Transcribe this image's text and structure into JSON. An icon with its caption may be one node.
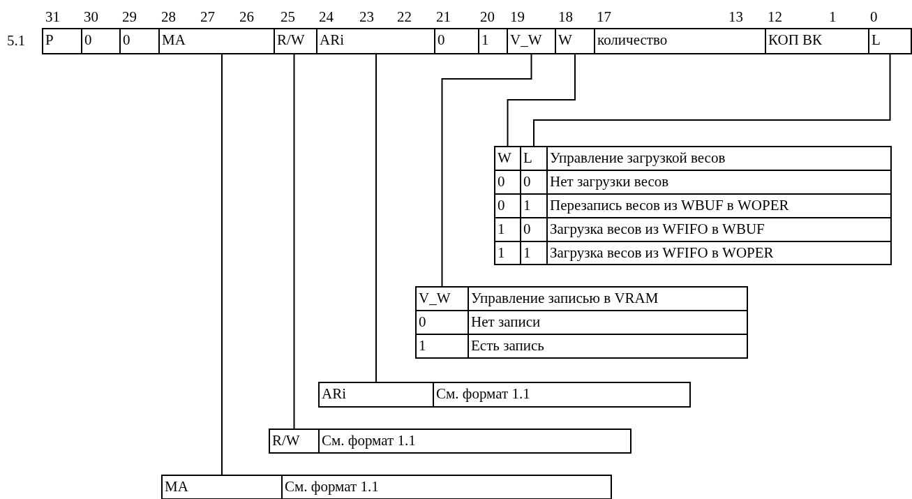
{
  "diagram": {
    "nodes": [
      {
        "text": [
          "P"
        ]
      },
      {
        "text": [
          "0"
        ]
      },
      {
        "text": [
          "0"
        ]
      },
      {
        "text": [
          "MA"
        ]
      },
      {
        "text": [
          "R/W"
        ]
      },
      {
        "text": [
          "ARi"
        ]
      },
      {
        "text": [
          "0"
        ]
      },
      {
        "text": [
          "1"
        ]
      },
      {
        "text": [
          "V_W"
        ]
      },
      {
        "text": [
          "W"
        ]
      },
      {
        "text": [
          "количество"
        ]
      },
      {
        "text": [
          "КОП ВК"
        ]
      },
      {
        "text": [
          "L"
        ]
      },
      {
        "text": [
          "W"
        ]
      },
      {
        "text": [
          "L"
        ]
      },
      {
        "text": [
          "V_W"
        ]
      },
      {
        "text": [
          "ARi"
        ]
      },
      {
        "text": [
          "R/W"
        ]
      },
      {
        "text": [
          "MA"
        ]
      }
    ],
    "edges": [
      {
        "from": 9,
        "to": 13,
        "arrow": "none"
      },
      {
        "from": 12,
        "to": 14,
        "arrow": "none"
      },
      {
        "from": 8,
        "to": 15,
        "arrow": "none"
      },
      {
        "from": 5,
        "to": 16,
        "arrow": "none"
      },
      {
        "from": 4,
        "to": 17,
        "arrow": "none"
      },
      {
        "from": 3,
        "to": 18,
        "arrow": "none"
      }
    ],
    "labels": [
      "31",
      "30",
      "29",
      "28",
      "27",
      "26",
      "25",
      "24",
      "23",
      "22",
      "21",
      "20",
      "19",
      "18",
      "17",
      "13",
      "12",
      "1",
      "0",
      "5.1",
      "Управление загрузкой весов",
      "0",
      "0",
      "Нет загрузки весов",
      "0",
      "1",
      "Перезапись весов из WBUF в WOPER",
      "1",
      "0",
      "Загрузка весов из WFIFO в WBUF",
      "1",
      "1",
      "Загрузка весов из WFIFO в WOPER",
      "Управление записью в VRAM",
      "0",
      "Нет записи",
      "1",
      "Есть запись",
      "См. формат 1.1",
      "См. формат 1.1",
      "См. формат 1.1"
    ]
  }
}
